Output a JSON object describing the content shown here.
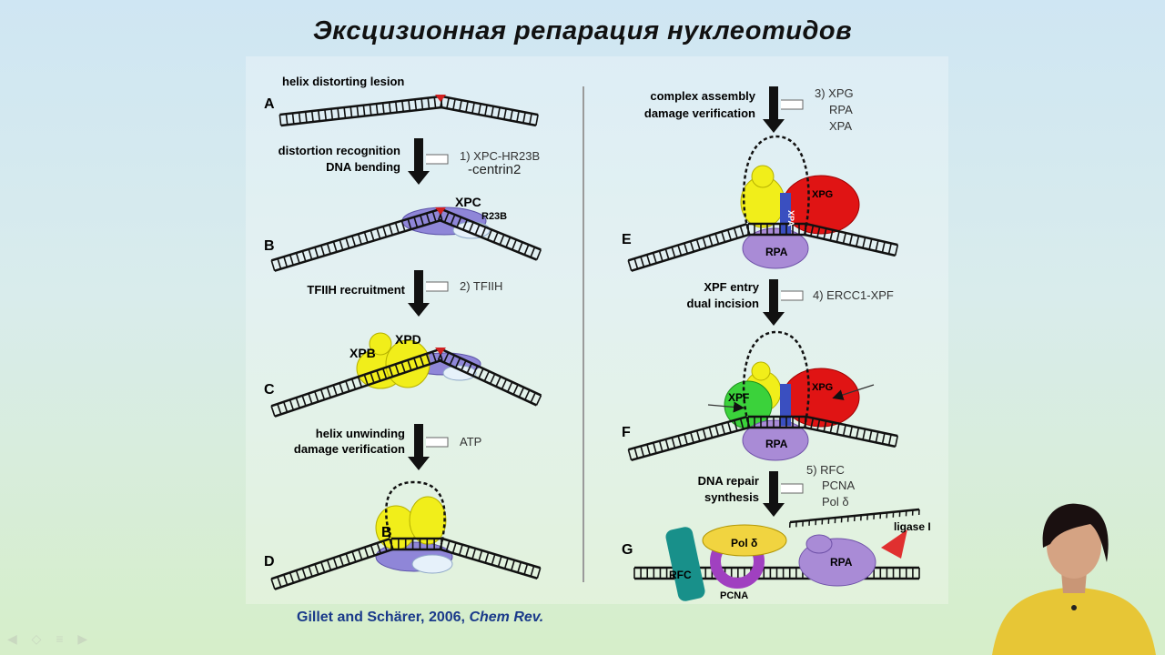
{
  "slide": {
    "title": "Эксцизионная  репарация нуклеотидов",
    "citation": {
      "authors": "Gillet and Schärer, 2006,",
      "journal": "Chem Rev."
    }
  },
  "left_column": {
    "top_label": "helix distorting lesion",
    "steps": [
      {
        "label_lines": [
          "distortion recognition",
          "DNA bending"
        ],
        "factor_lines": [
          "1) XPC-HR23B",
          "-centrin2"
        ]
      },
      {
        "label_lines": [
          "TFIIH recruitment"
        ],
        "factor_lines": [
          "2) TFIIH"
        ]
      },
      {
        "label_lines": [
          "helix unwinding",
          "damage verification"
        ],
        "factor_lines": [
          "ATP"
        ]
      }
    ],
    "panels": {
      "a": "A",
      "b": "B",
      "c": "C",
      "d": "D"
    },
    "proteins": {
      "xpc": "XPC",
      "r23b": "R23B",
      "xpb": "XPB",
      "xpd": "XPD",
      "b_letter": "B"
    }
  },
  "right_column": {
    "steps": [
      {
        "label_lines": [
          "complex assembly",
          "damage verification"
        ],
        "factor_lines": [
          "3) XPG",
          "RPA",
          "XPA"
        ]
      },
      {
        "label_lines": [
          "XPF entry",
          "dual incision"
        ],
        "factor_lines": [
          "4) ERCC1-XPF"
        ]
      },
      {
        "label_lines": [
          "DNA repair",
          "synthesis"
        ],
        "factor_lines": [
          "5) RFC",
          "PCNA",
          "Pol δ"
        ]
      }
    ],
    "panels": {
      "e": "E",
      "f": "F",
      "g": "G"
    },
    "proteins": {
      "xpg": "XPG",
      "xpa": "XPA",
      "rpa": "RPA",
      "xpf": "XPF",
      "pol": "Pol δ",
      "rfc": "RFC",
      "pcna": "PCNA",
      "ligase": "ligase I"
    }
  },
  "colors": {
    "xpc": "#8f86d8",
    "tfiih": "#f1ee1a",
    "xpg": "#e01414",
    "rpa": "#a98bd6",
    "xpf": "#3bd23b",
    "xpa": "#3a4fc0",
    "pcna": "#a040c0",
    "rfc": "#18908a",
    "lesion": "#d22020"
  }
}
